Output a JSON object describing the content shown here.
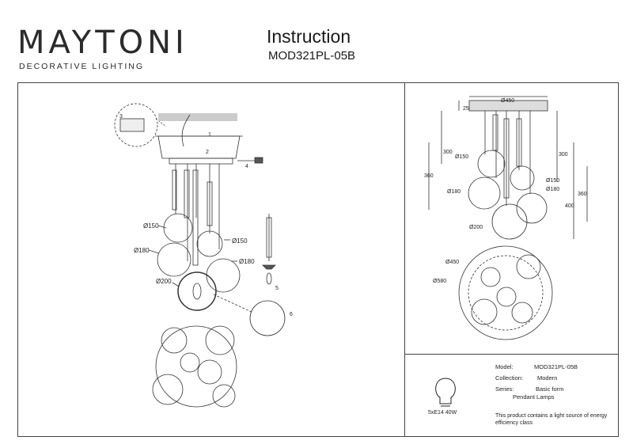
{
  "brand": {
    "name": "MAYTONI",
    "tagline": "DECORATIVE LIGHTING"
  },
  "header": {
    "title": "Instruction",
    "model": "MOD321PL-05B"
  },
  "left_diagram": {
    "labels": {
      "d150a": "Ø150",
      "d180a": "Ø180",
      "d200": "Ø200",
      "d150b": "Ø150",
      "d180b": "Ø180",
      "n1": "1",
      "n2": "2",
      "n3": "3",
      "n4": "4",
      "n5": "5",
      "n6": "6"
    }
  },
  "right_diagram": {
    "labels": {
      "top_width": "Ø450",
      "top_h": "25",
      "l300": "300",
      "r300": "300",
      "l360": "360",
      "r360": "360",
      "r400": "400",
      "d150l": "Ø150",
      "d150r": "Ø150",
      "d180r": "Ø180",
      "d180l": "Ø180",
      "d200": "Ø200",
      "d450": "Ø450",
      "d580": "Ø580"
    }
  },
  "info": {
    "bulb": "5xE14 40W",
    "model_k": "Model:",
    "model_v": "MOD321PL-05B",
    "collection_k": "Collection:",
    "collection_v": "Modern",
    "series_k": "Series:",
    "series_v": "Basic form",
    "type_v": "Pendant Lamps",
    "note": "This product contains a light source of energy efficiency class"
  }
}
